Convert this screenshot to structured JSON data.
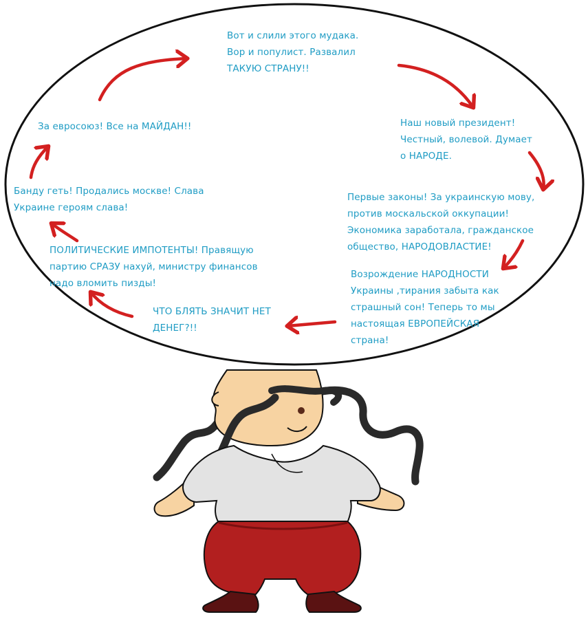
{
  "captions": {
    "c1": "Вот и слили этого мудака.\nВор и популист. Развалил\nТАКУЮ СТРАНУ!!",
    "c2": "Наш новый президент!\nЧестный, волевой. Думает\nо НАРОДЕ.",
    "c3": "Первые законы! За украинскую мову,\nпротив москальской оккупации!\nЭкономика заработала, гражданское\nобщество, НАРОДОВЛАСТИЕ!",
    "c4": "Возрождение НАРОДНОСТИ\nУкраины ,тирания забыта как\nстрашный сон! Теперь то мы\nнастоящая ЕВРОПЕЙСКАЯ\nстрана!",
    "c5": "ЧТО БЛЯТЬ ЗНАЧИТ НЕТ\nДЕНЕГ?!!",
    "c6": "ПОЛИТИЧЕСКИЕ ИМПОТЕНТЫ! Правящую\nпартию СРАЗУ нахуй, министру финансов\nнадо вломить пизды!",
    "c7": "Банду геть! Продались москве! Слава\nУкраине героям слава!",
    "c8": "За евросоюз! Все на МАЙДАН!!"
  },
  "colors": {
    "text": "#1f9cc4",
    "arrow": "#d32020",
    "bubble_outline": "#111111",
    "shirt": "#e3e3e3",
    "trousers": "#b21f1f",
    "skin": "#f7d3a2",
    "hair": "#2a2a2a"
  },
  "icons": {
    "arrow": "curved-red-arrow",
    "character": "cartoon-cossack-character"
  }
}
